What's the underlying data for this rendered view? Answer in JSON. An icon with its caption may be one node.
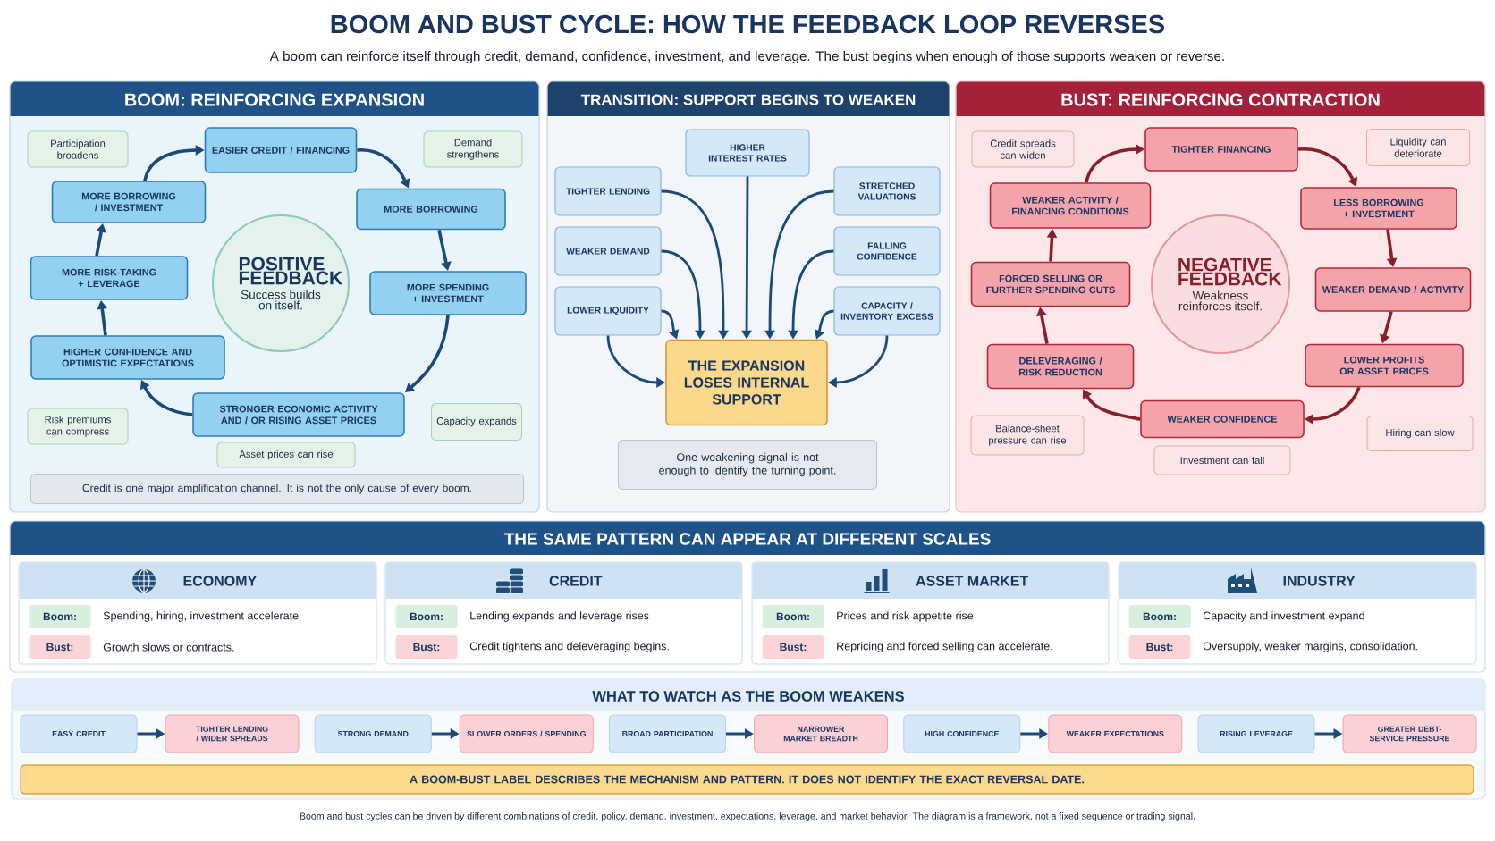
{
  "diagram": {
    "title": "BOOM AND BUST CYCLE: HOW THE FEEDBACK LOOP REVERSES",
    "caption": "Boom and bust cycles can be driven by different combinations of credit, policy, demand, investment, expectations, leverage, and market behavior. The diagram is a framework, not a fixed sequence or trading signal.",
    "labels": [
      "A boom can reinforce itself through credit, demand, confidence, investment, and leverage. The bust begins when enough of those supports weaken or reverse."
    ],
    "nodes": [
      {
        "text": [
          "BOOM: REINFORCING EXPANSION"
        ]
      },
      {
        "text": [
          "Participation broadens"
        ],
        "in": 0
      },
      {
        "text": [
          "EASIER CREDIT / FINANCING"
        ],
        "in": 0
      },
      {
        "text": [
          "Demand strengthens"
        ],
        "in": 0
      },
      {
        "text": [
          "MORE BORROWING / INVESTMENT"
        ],
        "in": 0
      },
      {
        "text": [
          "MORE BORROWING"
        ],
        "in": 0
      },
      {
        "text": [
          "POSITIVE FEEDBACK",
          "Success builds on itself."
        ],
        "in": 0
      },
      {
        "text": [
          "MORE RISK-TAKING + LEVERAGE"
        ],
        "in": 0
      },
      {
        "text": [
          "MORE SPENDING + INVESTMENT"
        ],
        "in": 0
      },
      {
        "text": [
          "HIGHER CONFIDENCE AND OPTIMISTIC EXPECTATIONS"
        ],
        "in": 0
      },
      {
        "text": [
          "STRONGER ECONOMIC ACTIVITY AND / OR RISING ASSET PRICES"
        ],
        "in": 0
      },
      {
        "text": [
          "Risk premiums can compress"
        ],
        "in": 0
      },
      {
        "text": [
          "Capacity expands"
        ],
        "in": 0
      },
      {
        "text": [
          "Asset prices can rise"
        ],
        "in": 0
      },
      {
        "text": [
          "Credit is one major amplification channel. It is not the only cause of every boom."
        ],
        "in": 0
      },
      {
        "text": [
          "TRANSITION: SUPPORT BEGINS TO WEAKEN"
        ]
      },
      {
        "text": [
          "HIGHER INTEREST RATES"
        ],
        "in": 15
      },
      {
        "text": [
          "TIGHTER LENDING"
        ],
        "in": 15
      },
      {
        "text": [
          "STRETCHED VALUATIONS"
        ],
        "in": 15
      },
      {
        "text": [
          "WEAKER DEMAND"
        ],
        "in": 15
      },
      {
        "text": [
          "FALLING CONFIDENCE"
        ],
        "in": 15
      },
      {
        "text": [
          "LOWER LIQUIDITY"
        ],
        "in": 15
      },
      {
        "text": [
          "CAPACITY / INVENTORY EXCESS"
        ],
        "in": 15
      },
      {
        "text": [
          "THE EXPANSION LOSES INTERNAL SUPPORT"
        ],
        "in": 15
      },
      {
        "text": [
          "One weakening signal is not enough to identify the turning point."
        ],
        "in": 15
      },
      {
        "text": [
          "BUST: REINFORCING CONTRACTION"
        ]
      },
      {
        "text": [
          "Credit spreads can widen"
        ],
        "in": 25
      },
      {
        "text": [
          "TIGHTER FINANCING"
        ],
        "in": 25
      },
      {
        "text": [
          "Liquidity can deteriorate"
        ],
        "in": 25
      },
      {
        "text": [
          "WEAKER ACTIVITY / FINANCING CONDITIONS"
        ],
        "in": 25
      },
      {
        "text": [
          "LESS BORROWING + INVESTMENT"
        ],
        "in": 25
      },
      {
        "text": [
          "NEGATIVE FEEDBACK",
          "Weakness reinforces itself."
        ],
        "in": 25
      },
      {
        "text": [
          "FORCED SELLING OR FURTHER SPENDING CUTS"
        ],
        "in": 25
      },
      {
        "text": [
          "WEAKER DEMAND / ACTIVITY"
        ],
        "in": 25
      },
      {
        "text": [
          "DELEVERAGING / RISK REDUCTION"
        ],
        "in": 25
      },
      {
        "text": [
          "LOWER PROFITS OR ASSET PRICES"
        ],
        "in": 25
      },
      {
        "text": [
          "Balance-sheet pressure can rise"
        ],
        "in": 25
      },
      {
        "text": [
          "WEAKER CONFIDENCE"
        ],
        "in": 25
      },
      {
        "text": [
          "Hiring can slow"
        ],
        "in": 25
      },
      {
        "text": [
          "Investment can fall"
        ],
        "in": 25
      },
      {
        "text": [
          "THE SAME PATTERN CAN APPEAR AT DIFFERENT SCALES"
        ]
      },
      {
        "text": [
          "ECONOMY"
        ],
        "in": 40
      },
      {
        "text": [
          "Boom:"
        ],
        "beside": [
          "Spending, hiring, investment accelerate"
        ],
        "in": 41
      },
      {
        "text": [
          "Bust:"
        ],
        "beside": [
          "Growth slows or contracts."
        ],
        "in": 41
      },
      {
        "text": [
          "CREDIT"
        ],
        "in": 40
      },
      {
        "text": [
          "Boom:"
        ],
        "beside": [
          "Lending expands and leverage rises"
        ],
        "in": 44
      },
      {
        "text": [
          "Bust:"
        ],
        "beside": [
          "Credit tightens and deleveraging begins."
        ],
        "in": 44
      },
      {
        "text": [
          "ASSET MARKET"
        ],
        "in": 40
      },
      {
        "text": [
          "Boom:"
        ],
        "beside": [
          "Prices and risk appetite rise"
        ],
        "in": 47
      },
      {
        "text": [
          "Bust:"
        ],
        "beside": [
          "Repricing and forced selling can accelerate."
        ],
        "in": 47
      },
      {
        "text": [
          "INDUSTRY"
        ],
        "in": 40
      },
      {
        "text": [
          "Boom:"
        ],
        "beside": [
          "Capacity and investment expand"
        ],
        "in": 50
      },
      {
        "text": [
          "Bust:"
        ],
        "beside": [
          "Oversupply, weaker margins, consolidation."
        ],
        "in": 50
      },
      {
        "text": [
          "WHAT TO WATCH AS THE BOOM WEAKENS"
        ]
      },
      {
        "text": [
          "EASY CREDIT"
        ],
        "in": 53
      },
      {
        "text": [
          "TIGHTER LENDING / WIDER SPREADS"
        ],
        "in": 53
      },
      {
        "text": [
          "STRONG DEMAND"
        ],
        "in": 53
      },
      {
        "text": [
          "SLOWER ORDERS / SPENDING"
        ],
        "in": 53
      },
      {
        "text": [
          "BROAD PARTICIPATION"
        ],
        "in": 53
      },
      {
        "text": [
          "NARROWER MARKET BREADTH"
        ],
        "in": 53
      },
      {
        "text": [
          "HIGH CONFIDENCE"
        ],
        "in": 53
      },
      {
        "text": [
          "WEAKER EXPECTATIONS"
        ],
        "in": 53
      },
      {
        "text": [
          "RISING LEVERAGE"
        ],
        "in": 53
      },
      {
        "text": [
          "GREATER DEBT-SERVICE PRESSURE"
        ],
        "in": 53
      },
      {
        "text": [
          "A BOOM-BUST LABEL DESCRIBES THE MECHANISM AND PATTERN. IT DOES NOT IDENTIFY THE EXACT REVERSAL DATE."
        ],
        "in": 53
      }
    ],
    "edges": [
      {
        "from": 2,
        "to": 5,
        "arrow": "to"
      },
      {
        "from": 5,
        "to": 8,
        "arrow": "to"
      },
      {
        "from": 8,
        "to": 10,
        "arrow": "to"
      },
      {
        "from": 10,
        "to": 9,
        "arrow": "to"
      },
      {
        "from": 9,
        "to": 7,
        "arrow": "to"
      },
      {
        "from": 7,
        "to": 4,
        "arrow": "to"
      },
      {
        "from": 4,
        "to": 2,
        "arrow": "to"
      },
      {
        "from": 16,
        "to": 23,
        "arrow": "to"
      },
      {
        "from": 17,
        "to": 23,
        "arrow": "to"
      },
      {
        "from": 18,
        "to": 23,
        "arrow": "to"
      },
      {
        "from": 19,
        "to": 23,
        "arrow": "to"
      },
      {
        "from": 20,
        "to": 23,
        "arrow": "to"
      },
      {
        "from": 21,
        "to": 23,
        "arrow": "to"
      },
      {
        "from": 21,
        "to": 23,
        "arrow": "to"
      },
      {
        "from": 22,
        "to": 23,
        "arrow": "to"
      },
      {
        "from": 22,
        "to": 23,
        "arrow": "to"
      },
      {
        "from": 27,
        "to": 30,
        "arrow": "to",
        "color": "#8b1e2b"
      },
      {
        "from": 30,
        "to": 33,
        "arrow": "to",
        "color": "#8b1e2b"
      },
      {
        "from": 33,
        "to": 35,
        "arrow": "to",
        "color": "#8b1e2b"
      },
      {
        "from": 35,
        "to": 37,
        "arrow": "to",
        "color": "#8b1e2b"
      },
      {
        "from": 37,
        "to": 34,
        "arrow": "to",
        "color": "#8b1e2b"
      },
      {
        "from": 34,
        "to": 32,
        "arrow": "to",
        "color": "#8b1e2b"
      },
      {
        "from": 32,
        "to": 29,
        "arrow": "to",
        "color": "#8b1e2b"
      },
      {
        "from": 29,
        "to": 27,
        "arrow": "to",
        "color": "#8b1e2b"
      },
      {
        "from": 54,
        "to": 55,
        "arrow": "to"
      },
      {
        "from": 56,
        "to": 57,
        "arrow": "to"
      },
      {
        "from": 58,
        "to": 59,
        "arrow": "to"
      },
      {
        "from": 60,
        "to": 61,
        "arrow": "to"
      },
      {
        "from": 62,
        "to": 63,
        "arrow": "to"
      }
    ]
  }
}
